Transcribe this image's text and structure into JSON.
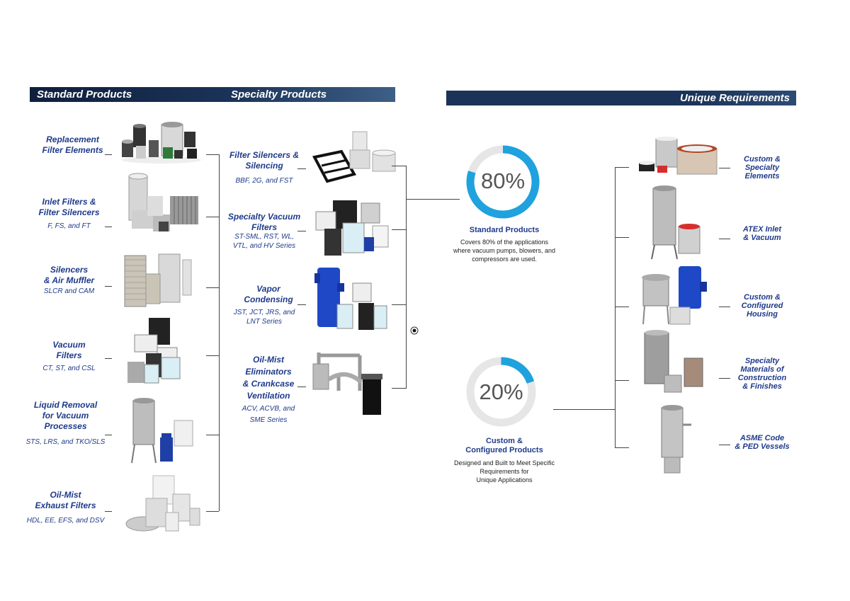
{
  "banners": {
    "standard": "Standard Products",
    "specialty": "Specialty Products",
    "unique": "Unique Requirements"
  },
  "standard_items": [
    {
      "title": "Replacement\nFilter Elements",
      "series": ""
    },
    {
      "title": "Inlet Filters &\nFilter Silencers",
      "series": "F, FS, and FT"
    },
    {
      "title": "Silencers\n& Air Muffler",
      "series": "SLCR and CAM"
    },
    {
      "title": "Vacuum\nFilters",
      "series": "CT, ST, and CSL"
    },
    {
      "title": "Liquid Removal\nfor Vacuum\nProcesses",
      "series": "STS, LRS, and TKO/SLS"
    },
    {
      "title": "Oil-Mist\nExhaust Filters",
      "series": "HDL, EE, EFS, and DSV"
    }
  ],
  "specialty_items": [
    {
      "title": "Filter Silencers &\nSilencing",
      "series": "BBF, 2G, and FST"
    },
    {
      "title": "Specialty Vacuum\nFilters",
      "series": "ST-SML, RST, WL,\nVTL, and HV Series"
    },
    {
      "title": "Vapor\nCondensing",
      "series": "JST, JCT, JRS, and\nLNT Series"
    },
    {
      "title": "Oil-Mist\nEliminators\n& Crankcase\nVentilation",
      "series": "ACV, ACVB, and\nSME Series"
    }
  ],
  "unique_items": [
    {
      "title": "Custom &\nSpecialty\nElements"
    },
    {
      "title": "ATEX Inlet\n& Vacuum"
    },
    {
      "title": "Custom &\nConfigured\nHousing"
    },
    {
      "title": "Specialty\nMaterials of\nConstruction\n& Finishes"
    },
    {
      "title": "ASME Code\n& PED Vessels"
    }
  ],
  "chart_data": {
    "type": "pie",
    "charts": [
      {
        "value": 80,
        "label": "80%",
        "title": "Standard Products",
        "description": "Covers 80% of the applications\nwhere vacuum pumps, blowers, and\ncompressors are used."
      },
      {
        "value": 20,
        "label": "20%",
        "title": "Custom &\nConfigured Products",
        "description": "Designed and Built to Meet Specific\nRequirements for\nUnique Applications"
      }
    ],
    "colors": {
      "fill": "#1fa2dd",
      "track": "#e6e6e6"
    }
  },
  "colors": {
    "banner": "#1b3358",
    "text": "#1e3a8a",
    "accent": "#1fa2dd"
  }
}
